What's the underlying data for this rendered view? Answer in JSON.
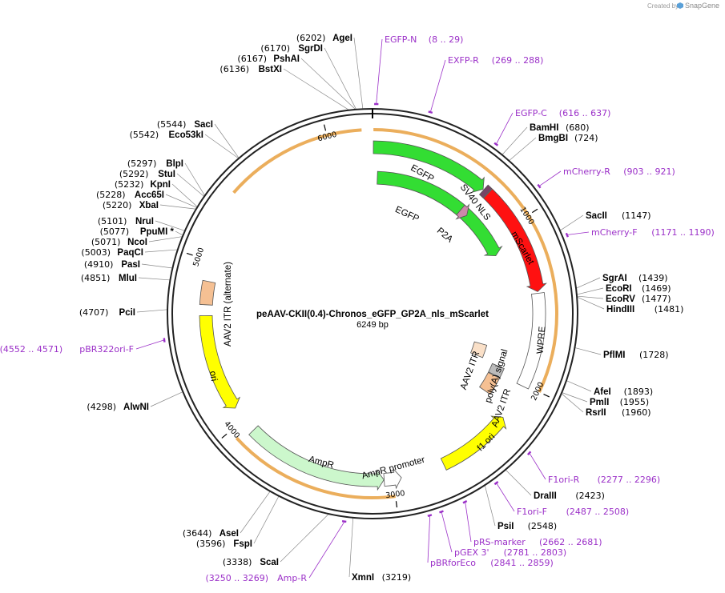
{
  "credit": {
    "prefix": "Created by",
    "brand": "SnapGene"
  },
  "plasmid": {
    "name": "peAAV-CKII(0.4)-Chronos_eGFP_GP2A_nls_mScarlet",
    "size_label": "6249 bp",
    "length": 6249
  },
  "ticks": [
    {
      "pos": 1000,
      "label": "1000"
    },
    {
      "pos": 2000,
      "label": "2000"
    },
    {
      "pos": 3000,
      "label": "3000"
    },
    {
      "pos": 4000,
      "label": "4000"
    },
    {
      "pos": 5000,
      "label": "5000"
    },
    {
      "pos": 6000,
      "label": "6000"
    }
  ],
  "features": [
    {
      "name": "EGFP",
      "start": 5,
      "end": 722,
      "ring": 5,
      "color": "#33dd33",
      "dir": 1,
      "label": "EGFP"
    },
    {
      "name": "EGFP-2",
      "start": 35,
      "end": 1125,
      "ring": 4,
      "color": "#33dd33",
      "dir": 1,
      "label": "EGFP"
    },
    {
      "name": "P2A",
      "start": 700,
      "end": 760,
      "ring": 4,
      "color": "#cc88aa",
      "dir": 1,
      "label": "P2A"
    },
    {
      "name": "SV40 NLS",
      "start": 727,
      "end": 757,
      "ring": 5,
      "color": "#774466",
      "dir": 0,
      "label": "SV40 NLS"
    },
    {
      "name": "mScarlet",
      "start": 761,
      "end": 1430,
      "ring": 5,
      "color": "#ff1111",
      "dir": 1,
      "label": "mScarlet"
    },
    {
      "name": "WPRE",
      "start": 1440,
      "end": 2010,
      "ring": 5,
      "color": "#ffffff",
      "dir": 0,
      "label": "WPRE"
    },
    {
      "name": "poly(A) signal",
      "start": 1955,
      "end": 2025,
      "ring": 4,
      "color": "#bbbbbb",
      "dir": 0,
      "label": "poly(A) signal"
    },
    {
      "name": "AAV2 ITR right",
      "start": 2030,
      "end": 2160,
      "ring": 4,
      "color": "#f5c093",
      "dir": 0,
      "label": "AAV2 ITR"
    },
    {
      "name": "f1 ori",
      "start": 2230,
      "end": 2686,
      "ring": 5,
      "color": "#ffff00",
      "dir": -1,
      "label": "f1 ori"
    },
    {
      "name": "AmpR promoter",
      "start": 2951,
      "end": 3055,
      "ring": 5,
      "color": "#ffffff",
      "dir": -1,
      "label": "AmpR promoter"
    },
    {
      "name": "AmpR",
      "start": 3056,
      "end": 3916,
      "ring": 5,
      "color": "#ccf7cc",
      "dir": -1,
      "label": "AmpR"
    },
    {
      "name": "ori",
      "start": 4087,
      "end": 4675,
      "ring": 5,
      "color": "#ffff00",
      "dir": -1,
      "label": "ori"
    },
    {
      "name": "AAV2 ITR (alternate)",
      "start": 4740,
      "end": 4880,
      "ring": 5,
      "color": "#f5c093",
      "dir": 0,
      "label": "AAV2 ITR (alternate)"
    },
    {
      "name": "AAV2 ITR",
      "start": 1830,
      "end": 1940,
      "ring": 3,
      "color": "#fae0c8",
      "dir": 0,
      "label": "AAV2 ITR"
    }
  ],
  "sites": [
    {
      "name": "AgeI",
      "pos": "(6202)",
      "bp": 6202
    },
    {
      "name": "SgrDI",
      "pos": "(6170)",
      "bp": 6170
    },
    {
      "name": "PshAI",
      "pos": "(6167)",
      "bp": 6167
    },
    {
      "name": "BstXI",
      "pos": "(6136)",
      "bp": 6136
    },
    {
      "name": "SacI",
      "pos": "(5544)",
      "bp": 5544
    },
    {
      "name": "Eco53kI",
      "pos": "(5542)",
      "bp": 5542
    },
    {
      "name": "BlpI",
      "pos": "(5297)",
      "bp": 5297
    },
    {
      "name": "StuI",
      "pos": "(5292)",
      "bp": 5292
    },
    {
      "name": "KpnI",
      "pos": "(5232)",
      "bp": 5232
    },
    {
      "name": "Acc65I",
      "pos": "(5228)",
      "bp": 5228
    },
    {
      "name": "XbaI",
      "pos": "(5220)",
      "bp": 5220
    },
    {
      "name": "NruI",
      "pos": "(5101)",
      "bp": 5101
    },
    {
      "name": "PpuMI *",
      "pos": "(5077)",
      "bp": 5077
    },
    {
      "name": "NcoI",
      "pos": "(5071)",
      "bp": 5071
    },
    {
      "name": "PaqCI",
      "pos": "(5003)",
      "bp": 5003
    },
    {
      "name": "PasI",
      "pos": "(4910)",
      "bp": 4910
    },
    {
      "name": "MluI",
      "pos": "(4851)",
      "bp": 4851
    },
    {
      "name": "PciI",
      "pos": "(4707)",
      "bp": 4707
    },
    {
      "name": "AlwNI",
      "pos": "(4298)",
      "bp": 4298
    },
    {
      "name": "AseI",
      "pos": "(3644)",
      "bp": 3644
    },
    {
      "name": "FspI",
      "pos": "(3596)",
      "bp": 3596
    },
    {
      "name": "ScaI",
      "pos": "(3338)",
      "bp": 3338
    },
    {
      "name": "XmnI",
      "pos": "(3219)",
      "bp": 3219
    },
    {
      "name": "BamHI",
      "pos": "(680)",
      "bp": 680
    },
    {
      "name": "BmgBI",
      "pos": "(724)",
      "bp": 724
    },
    {
      "name": "SacII",
      "pos": "(1147)",
      "bp": 1147
    },
    {
      "name": "SgrAI",
      "pos": "(1439)",
      "bp": 1439
    },
    {
      "name": "EcoRI",
      "pos": "(1469)",
      "bp": 1469
    },
    {
      "name": "EcoRV",
      "pos": "(1477)",
      "bp": 1477
    },
    {
      "name": "HindIII",
      "pos": "(1481)",
      "bp": 1481
    },
    {
      "name": "PflMI",
      "pos": "(1728)",
      "bp": 1728
    },
    {
      "name": "AfeI",
      "pos": "(1893)",
      "bp": 1893
    },
    {
      "name": "PmlI",
      "pos": "(1955)",
      "bp": 1955
    },
    {
      "name": "RsrII",
      "pos": "(1960)",
      "bp": 1960
    },
    {
      "name": "DraIII",
      "pos": "(2423)",
      "bp": 2423
    },
    {
      "name": "PsiI",
      "pos": "(2548)",
      "bp": 2548
    }
  ],
  "primers": [
    {
      "name": "EGFP-N",
      "range": "(8 .. 29)",
      "bp": 18
    },
    {
      "name": "EXFP-R",
      "range": "(269 .. 288)",
      "bp": 278
    },
    {
      "name": "EGFP-C",
      "range": "(616 .. 637)",
      "bp": 626
    },
    {
      "name": "mCherry-R",
      "range": "(903 .. 921)",
      "bp": 912
    },
    {
      "name": "mCherry-F",
      "range": "(1171 .. 1190)",
      "bp": 1180
    },
    {
      "name": "F1ori-R",
      "range": "(2277 .. 2296)",
      "bp": 2286
    },
    {
      "name": "F1ori-F",
      "range": "(2487 .. 2508)",
      "bp": 2497
    },
    {
      "name": "pRS-marker",
      "range": "(2662 .. 2681)",
      "bp": 2671
    },
    {
      "name": "pGEX 3'",
      "range": "(2781 .. 2803)",
      "bp": 2792
    },
    {
      "name": "pBRforEco",
      "range": "(2841 .. 2859)",
      "bp": 2850
    },
    {
      "name": "Amp-R",
      "range": "(3250 .. 3269)",
      "bp": 3259
    },
    {
      "name": "pBR322ori-F",
      "range": "(4552 .. 4571)",
      "bp": 4561
    }
  ],
  "colors": {
    "primer": "#9b30c8",
    "orf": "#e8a040",
    "backbone": "#222222"
  }
}
